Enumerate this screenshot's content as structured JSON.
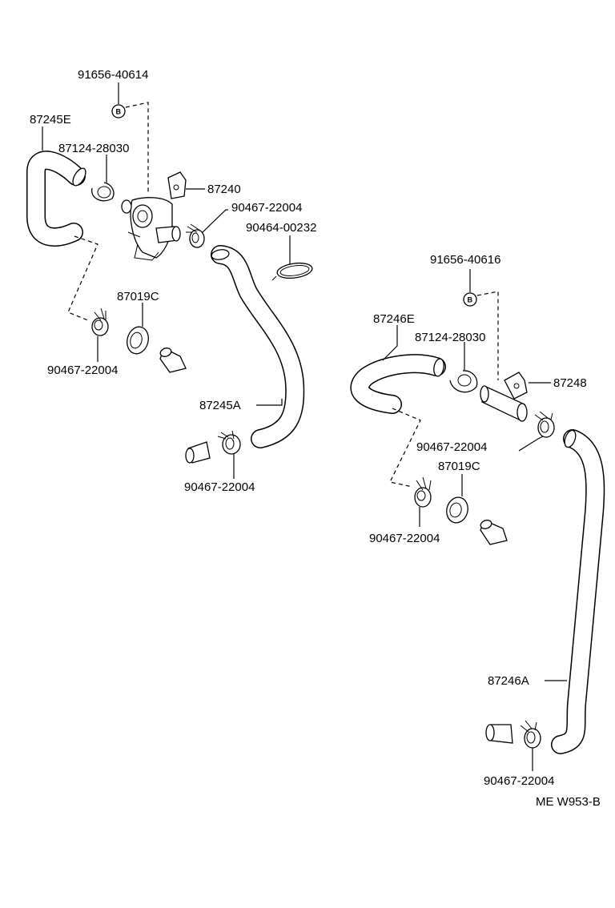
{
  "labels": {
    "bolt_left": "91656-40614",
    "hose_upper_left": "87245E",
    "grommet_left": "87124-28030",
    "valve_left": "87240",
    "clamp_valve_left": "90467-22004",
    "clip_left": "90464-00232",
    "seal_left": "87019C",
    "clamp_lower_left": "90467-22004",
    "hose_lower_left": "87245A",
    "clamp_bottom_left": "90467-22004",
    "bolt_right": "91656-40616",
    "hose_upper_right": "87246E",
    "grommet_right": "87124-28030",
    "valve_right": "87248",
    "clamp_valve_right": "90467-22004",
    "seal_right": "87019C",
    "clamp_lower_right": "90467-22004",
    "hose_lower_right": "87246A",
    "clamp_bottom_right": "90467-22004"
  },
  "bolt_marker": "B",
  "reference": "ME W953-B"
}
